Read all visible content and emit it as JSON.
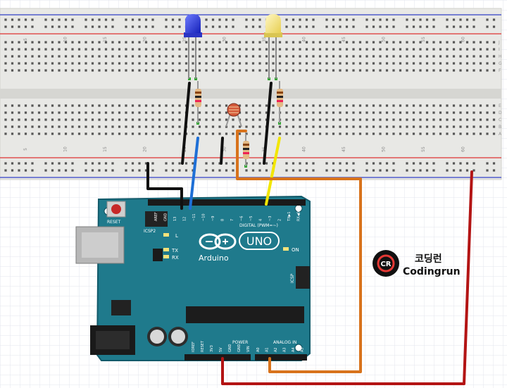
{
  "colors": {
    "board": "#1f7a8c",
    "board_dark": "#125a6a",
    "breadboard": "#e9e9e6",
    "rail_red": "#d33",
    "rail_blue": "#34c",
    "wire_black": "#111111",
    "wire_blue": "#1e6fd6",
    "wire_yellow": "#f2e600",
    "wire_orange": "#d8731c",
    "wire_red": "#b31414",
    "led_blue": "#1a2bd6",
    "led_yellow": "#f3e37a",
    "grid_line": "#e4e7ef"
  },
  "breadboard": {
    "column_numbers": [
      "5",
      "10",
      "15",
      "20",
      "25",
      "30",
      "35",
      "40",
      "45",
      "50",
      "55",
      "60"
    ],
    "row_letters_top": [
      "J",
      "I",
      "H",
      "G",
      "F"
    ],
    "row_letters_bottom": [
      "E",
      "D",
      "C",
      "B",
      "A"
    ]
  },
  "arduino": {
    "reset_label": "RESET",
    "icsp2_label": "ICSP2",
    "icsp_label": "ICSP",
    "logo_text": "UNO",
    "brand": "Arduino",
    "led_l": "L",
    "led_tx": "TX",
    "led_rx": "RX",
    "led_on": "ON",
    "digital_label": "DIGITAL (PWM=~)",
    "digital_pins": [
      "AREF",
      "GND",
      "13",
      "12",
      "~11",
      "~10",
      "~9",
      "8",
      "7",
      "~6",
      "~5",
      "4",
      "~3",
      "2",
      "TX▶1",
      "RX◀0"
    ],
    "power_label": "POWER",
    "power_pins": [
      "IOREF",
      "RESET",
      "3V3",
      "5V",
      "GND",
      "GND",
      "VIN"
    ],
    "analog_label": "ANALOG IN",
    "analog_pins": [
      "A0",
      "A1",
      "A2",
      "A3",
      "A4",
      "A5"
    ]
  },
  "logo": {
    "korean": "코딩런",
    "english": "Codingrun",
    "mark": "CR"
  },
  "icons": [
    "photoresistor-icon",
    "resistor-icon",
    "led-icon",
    "usb-port-icon",
    "power-jack-icon",
    "capacitor-icon",
    "reset-button-icon"
  ]
}
